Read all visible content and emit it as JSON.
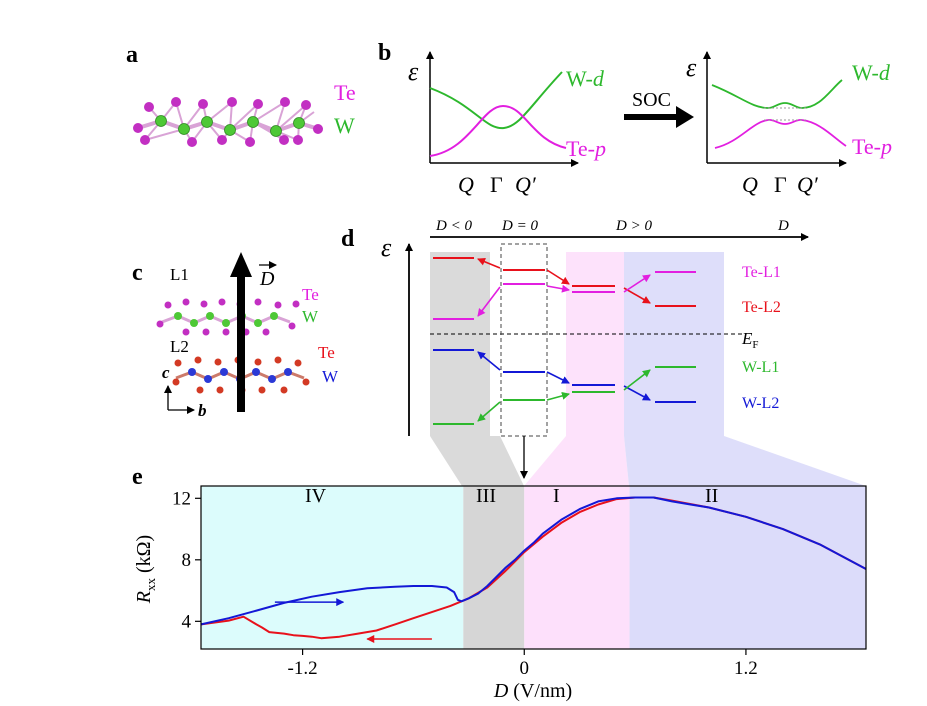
{
  "colors": {
    "te": "#e21fe0",
    "w": "#2db82d",
    "red": "#e8111b",
    "blue": "#1318d6",
    "gray": "#d6d6d6",
    "pink": "#fde0fb",
    "lavender": "#dcdcfa",
    "cyan": "#dcfcfc",
    "bond": "#d9a3d6"
  },
  "panels": {
    "a": {
      "label": "a",
      "te": "Te",
      "w": "W"
    },
    "b": {
      "label": "b",
      "eps": "ε",
      "wd_prefix": "W-",
      "wd_italic": "d",
      "tep_prefix": "Te-",
      "tep_italic": "p",
      "soc": "SOC",
      "ticks": [
        "Q",
        "Γ",
        "Q′"
      ]
    },
    "c": {
      "label": "c",
      "l1": "L1",
      "l2": "L2",
      "te": "Te",
      "w": "W",
      "d_vec": "D",
      "axis_c": "c",
      "axis_b": "b"
    },
    "d": {
      "label": "d",
      "eps": "ε",
      "top_labels": [
        "D < 0",
        "D = 0",
        "D > 0",
        "D"
      ],
      "ef": "E",
      "ef_sub": "F",
      "legend": [
        "Te-L1",
        "Te-L2",
        "W-L1",
        "W-L2"
      ]
    },
    "e": {
      "label": "e",
      "regions": [
        "IV",
        "III",
        "I",
        "II"
      ],
      "ylabel_main": "R",
      "ylabel_sub": "xx",
      "ylabel_unit": " (kΩ)",
      "xlabel_main": "D",
      "xlabel_unit": " (V/nm)"
    }
  },
  "chart_data": {
    "type": "line",
    "xlabel": "D (V/nm)",
    "ylabel": "Rxx (kΩ)",
    "xlim": [
      -1.75,
      1.85
    ],
    "ylim": [
      2.2,
      12.8
    ],
    "xticks": [
      -1.2,
      0,
      1.2
    ],
    "xtick_labels": [
      "-1.2",
      "0",
      "1.2"
    ],
    "yticks": [
      4,
      8,
      12
    ],
    "ytick_labels": [
      "4",
      "8",
      "12"
    ],
    "region_bounds": [
      -1.75,
      -0.33,
      0.0,
      0.57,
      1.85
    ],
    "series": [
      {
        "color": "#1318d6",
        "x": [
          -1.75,
          -1.6,
          -1.45,
          -1.3,
          -1.15,
          -1.0,
          -0.85,
          -0.7,
          -0.6,
          -0.5,
          -0.42,
          -0.38,
          -0.36,
          -0.34,
          -0.3,
          -0.25,
          -0.2,
          -0.15,
          -0.1,
          -0.05,
          0.0,
          0.05,
          0.1,
          0.2,
          0.3,
          0.4,
          0.5,
          0.6,
          0.7,
          0.8,
          0.9,
          1.0,
          1.2,
          1.4,
          1.6,
          1.85
        ],
        "y": [
          3.8,
          4.2,
          4.7,
          5.2,
          5.6,
          5.9,
          6.15,
          6.25,
          6.3,
          6.3,
          6.2,
          5.9,
          5.4,
          5.3,
          5.5,
          5.8,
          6.3,
          6.9,
          7.5,
          8.0,
          8.6,
          9.1,
          9.7,
          10.6,
          11.3,
          11.8,
          12.0,
          12.05,
          12.05,
          11.8,
          11.6,
          11.4,
          10.8,
          10.0,
          9.0,
          7.4
        ]
      },
      {
        "color": "#e8111b",
        "x": [
          -1.75,
          -1.6,
          -1.52,
          -1.45,
          -1.42,
          -1.38,
          -1.3,
          -1.25,
          -1.2,
          -1.15,
          -1.1,
          -1.0,
          -0.9,
          -0.8,
          -0.7,
          -0.6,
          -0.5,
          -0.4,
          -0.3,
          -0.2,
          -0.1,
          0.0,
          0.1,
          0.2,
          0.3,
          0.4,
          0.5,
          0.6,
          0.7,
          0.8,
          1.0,
          1.2,
          1.4,
          1.6,
          1.85
        ],
        "y": [
          3.8,
          4.05,
          4.3,
          3.8,
          3.6,
          3.3,
          3.2,
          3.1,
          3.05,
          3.0,
          2.9,
          3.0,
          3.2,
          3.4,
          3.8,
          4.2,
          4.6,
          5.0,
          5.5,
          6.2,
          7.3,
          8.5,
          9.5,
          10.4,
          11.1,
          11.6,
          11.95,
          12.05,
          12.05,
          11.85,
          11.4,
          10.8,
          10.0,
          9.0,
          7.4
        ]
      }
    ],
    "annotations": [
      {
        "type": "arrow",
        "color": "#1318d6",
        "x1": -1.35,
        "x2": -0.98,
        "y": 5.25
      },
      {
        "type": "arrow",
        "color": "#e8111b",
        "x1": -0.5,
        "x2": -0.85,
        "y": 2.85
      }
    ]
  }
}
